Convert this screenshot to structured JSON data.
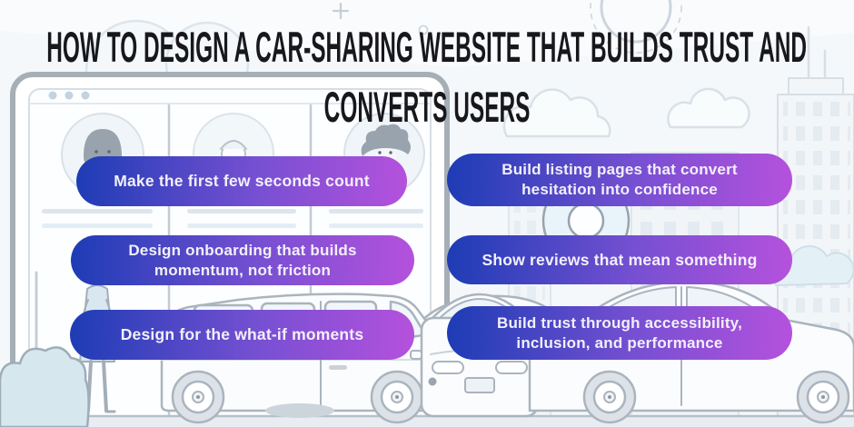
{
  "title": {
    "line1": "HOW TO DESIGN A CAR-SHARING WEBSITE THAT BUILDS TRUST AND",
    "line2": "CONVERTS USERS"
  },
  "tips": [
    {
      "label": "Make the first few seconds count"
    },
    {
      "label": "Build listing pages that convert hesitation into confidence"
    },
    {
      "label": "Design onboarding that builds momentum, not friction"
    },
    {
      "label": "Show reviews that mean something"
    },
    {
      "label": "Design for the what-if moments"
    },
    {
      "label": "Build trust through accessibility, inclusion, and performance"
    }
  ],
  "colors": {
    "background": "#f5f8fa",
    "title_color": "#17171c",
    "pill_text": "#f2effa",
    "pill_gradient_start": "#1d3cb5",
    "pill_gradient_mid": "#7750d2",
    "pill_gradient_end": "#b551dd",
    "line_art": "#aab4be"
  },
  "illustration": {
    "elements": [
      "browser-window",
      "avatar",
      "cloud",
      "sun",
      "plus-marker",
      "building",
      "tire",
      "person",
      "bush",
      "minivan",
      "car-front",
      "sedan",
      "ground"
    ]
  }
}
